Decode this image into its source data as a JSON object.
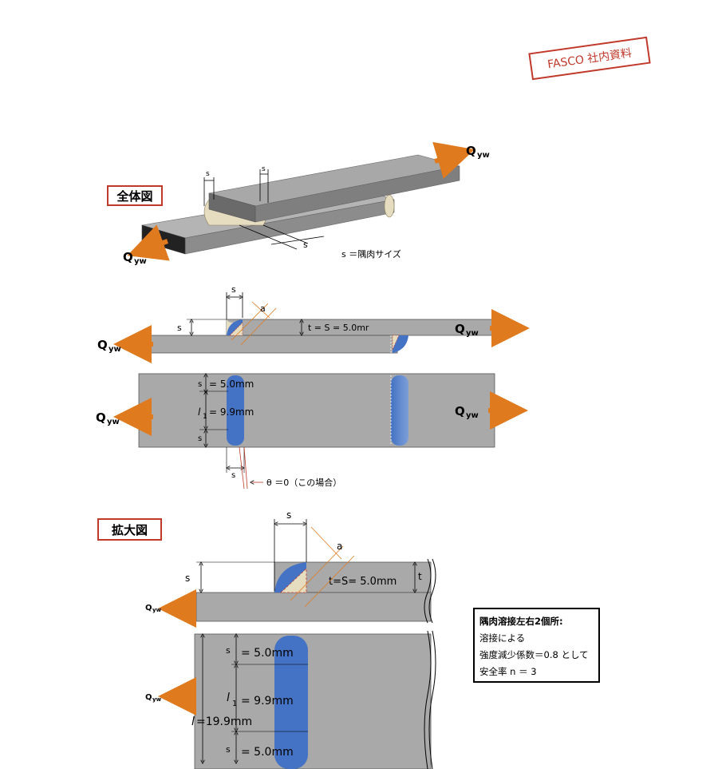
{
  "stamp": "FASCO 社内資料",
  "labels": {
    "overall": "全体図",
    "enlarged": "拡大図"
  },
  "force": {
    "main": "Q",
    "sub": "yw"
  },
  "dims": {
    "s": "s",
    "a": "a",
    "t": "t",
    "size_caption": "s ＝隅肉サイズ",
    "t_eq_s_mid": "t = S = 5.0mr",
    "t_eq_s_big": "t=S= 5.0mm",
    "s_eq_mid": "= 5.0mm",
    "l1_mid": "= 9.9mm",
    "s_eq_big": "= 5.0mm",
    "l1_big": "= 9.9mm",
    "l_total": "=19.9mm",
    "l_symbol": "l",
    "l1_symbol": "l",
    "l1_sub": "1",
    "theta": "θ ＝0（この場合）"
  },
  "note": {
    "line1": "隅肉溶接左右2個所:",
    "line2": "溶接による",
    "line3": "強度減少係数＝0.8 として",
    "line4": "安全率 n ＝ 3"
  },
  "colors": {
    "plate": "#a9a9a9",
    "weld_blue": "#4472c4",
    "arrow_orange": "#e07a1f",
    "stamp_red": "#c0392b",
    "bead": "#e6dcc0"
  }
}
